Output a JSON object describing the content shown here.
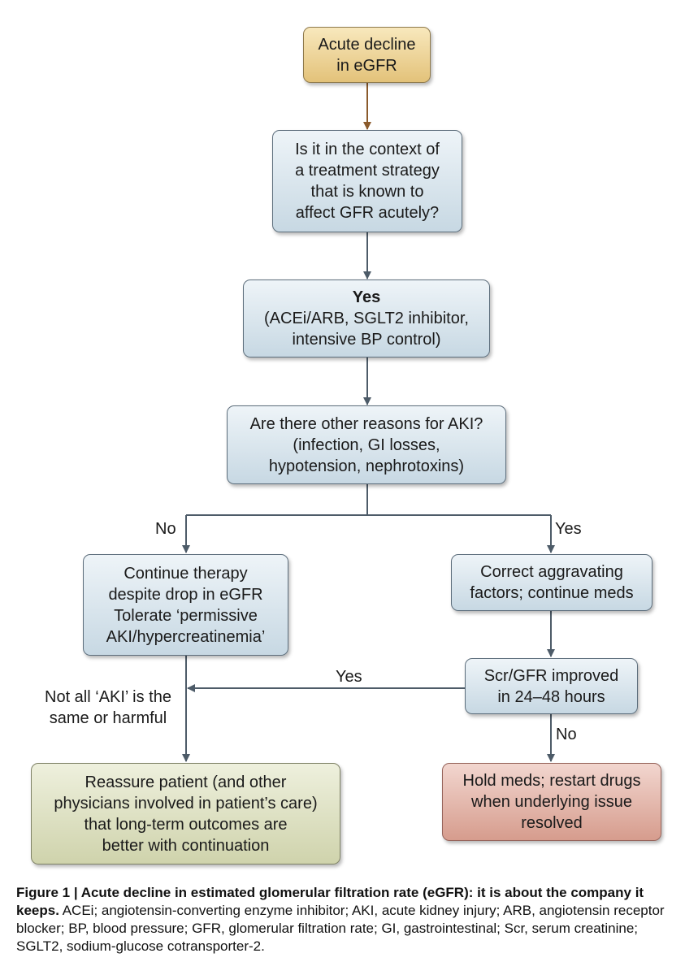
{
  "boxes": {
    "start": [
      "Acute decline",
      "in eGFR"
    ],
    "context_question": [
      "Is it in the context of",
      "a treatment strategy",
      "that is known to",
      "affect GFR acutely?"
    ],
    "yes_title": "Yes",
    "yes_details": [
      "(ACEi/ARB, SGLT2 inhibitor,",
      "intensive BP control)"
    ],
    "aki_question": [
      "Are there other reasons for AKI?",
      "(infection, GI losses,",
      "hypotension, nephrotoxins)"
    ],
    "continue_therapy": [
      "Continue therapy",
      "despite drop in eGFR",
      "Tolerate ‘permissive",
      "AKI/hypercreatinemia’"
    ],
    "correct_factors": [
      "Correct aggravating",
      "factors; continue meds"
    ],
    "scr_improved": [
      "Scr/GFR improved",
      "in 24–48 hours"
    ],
    "reassure": [
      "Reassure patient (and other",
      "physicians involved in patient’s care)",
      "that long-term outcomes are",
      "better with continuation"
    ],
    "hold_meds": [
      "Hold meds; restart drugs",
      "when underlying issue",
      "resolved"
    ]
  },
  "labels": {
    "no_left": "No",
    "yes_right": "Yes",
    "yes_improved": "Yes",
    "no_improved": "No",
    "not_all_aki": [
      "Not all ‘AKI’ is the",
      "same or harmful"
    ]
  },
  "caption": {
    "bold": "Figure 1 | Acute decline in estimated glomerular filtration rate (eGFR): it is about the company it keeps.",
    "text": " ACEi; angiotensin-converting enzyme inhibitor; AKI, acute kidney injury; ARB, angiotensin receptor blocker; BP, blood pressure; GFR, glomerular filtration rate; GI, gastrointestinal; Scr, serum creatinine; SGLT2, sodium-glucose cotransporter-2."
  },
  "colors": {
    "connector": "#4d5b68",
    "first_arrow": "#8a5a2b"
  }
}
